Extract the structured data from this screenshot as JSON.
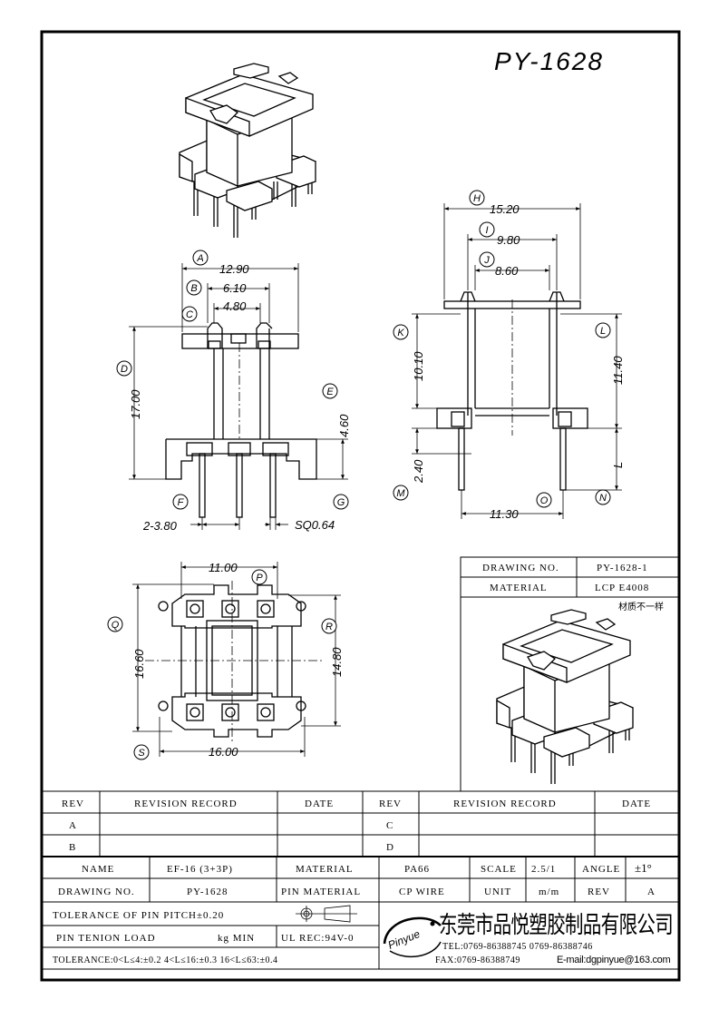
{
  "title": "PY-1628",
  "dimensions": {
    "A": "12.90",
    "B": "6.10",
    "C": "4.80",
    "D": "17.00",
    "E": "4.60",
    "F": "2-3.80",
    "G": "SQ0.64",
    "H": "15.20",
    "I": "9.80",
    "J": "8.60",
    "K": "10.10",
    "L": "11.40",
    "M": "2.40",
    "N": "L",
    "O": "11.30",
    "P": "11.00",
    "Q": "16.60",
    "R": "14.80",
    "S": "16.00"
  },
  "callouts": [
    "A",
    "B",
    "C",
    "D",
    "E",
    "F",
    "G",
    "H",
    "I",
    "J",
    "K",
    "L",
    "M",
    "N",
    "O",
    "P",
    "Q",
    "R",
    "S"
  ],
  "info_box": {
    "drawing_no_label": "DRAWING NO.",
    "drawing_no_value": "PY-1628-1",
    "material_label": "MATERIAL",
    "material_value": "LCP E4008",
    "note": "材质不一样"
  },
  "revision": {
    "rev_label": "REV",
    "record_label": "REVISION RECORD",
    "date_label": "DATE",
    "left_revs": [
      "A",
      "B"
    ],
    "right_revs": [
      "C",
      "D"
    ]
  },
  "title_block": {
    "name_label": "NAME",
    "name_value": "EF-16 (3+3P)",
    "material_label": "MATERIAL",
    "material_value": "PA66",
    "scale_label": "SCALE",
    "scale_value": "2.5/1",
    "angle_label": "ANGLE",
    "angle_value": "±1°",
    "drawing_no_label": "DRAWING NO.",
    "drawing_no_value": "PY-1628",
    "pin_material_label": "PIN MATERIAL",
    "pin_material_value": "CP WIRE",
    "unit_label": "UNIT",
    "unit_value": "m/m",
    "rev_label": "REV",
    "rev_value": "A",
    "tolerance_pitch": "TOLERANCE OF PIN PITCH±0.20",
    "pin_load": "PIN TENION LOAD",
    "pin_load_unit": "kg MIN",
    "ul_rec": "UL REC:94V-0",
    "tolerance_general": "TOLERANCE:0<L≤4:±0.2  4<L≤16:±0.3  16<L≤63:±0.4",
    "company_name": "东莞市品悦塑胶制品有限公司",
    "logo_text": "Pinyue",
    "tel": "TEL:0769-86388745   0769-86388746",
    "fax": "FAX:0769-86388749",
    "email": "E-mail:dgpinyue@163.com"
  }
}
